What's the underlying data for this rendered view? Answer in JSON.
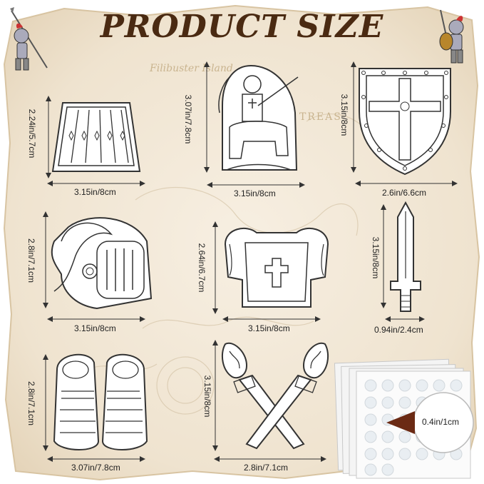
{
  "title": "PRODUCT SIZE",
  "map_text": {
    "island": "Filibuster Island",
    "treas": "TREAS"
  },
  "items": [
    {
      "name": "skirt-armor",
      "width": "3.15in/8cm",
      "height": "2.24in/5.7cm"
    },
    {
      "name": "knight-on-horse",
      "width": "3.15in/8cm",
      "height": "3.07in/7.8cm"
    },
    {
      "name": "shield",
      "width": "2.6in/6.6cm",
      "height": "3.15in/8cm"
    },
    {
      "name": "helmet",
      "width": "3.15in/8cm",
      "height": "2.8in/7.1cm"
    },
    {
      "name": "chest-armor",
      "width": "3.15in/8cm",
      "height": "2.64in/6.7cm"
    },
    {
      "name": "sword",
      "width": "0.94in/2.4cm",
      "height": "3.15in/8cm"
    },
    {
      "name": "boots",
      "width": "3.07in/7.8cm",
      "height": "2.8in/7.1cm"
    },
    {
      "name": "crossed-torches",
      "width": "2.8in/7.1cm",
      "height": "3.15in/8cm"
    }
  ],
  "dots_label": "0.4in/1cm",
  "colors": {
    "title": "#4a2a12",
    "parchment": "#efe3cf",
    "line": "#333333"
  }
}
